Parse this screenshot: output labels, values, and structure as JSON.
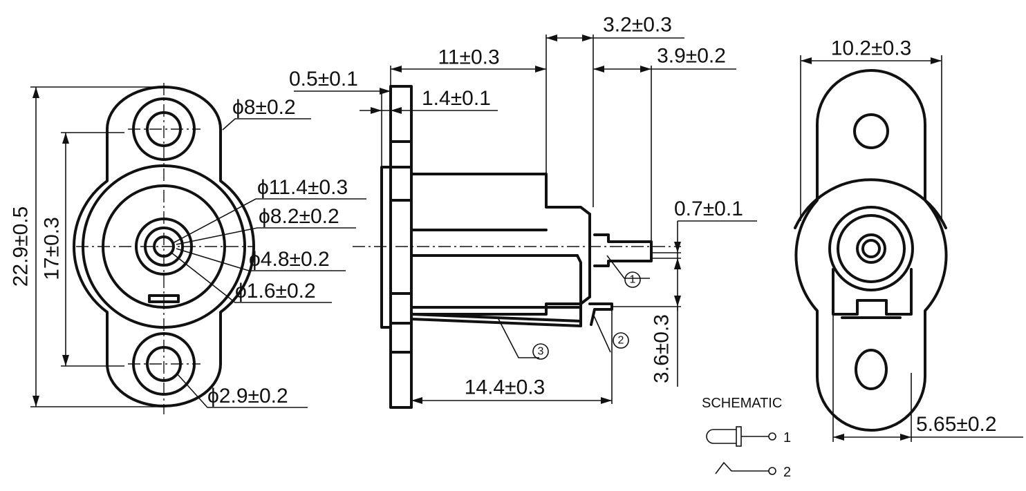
{
  "front_view": {
    "dims": {
      "hole_dia": "ϕ8±0.2",
      "outer_dia": "ϕ11.4±0.3",
      "bore_dia": "ϕ8.2±0.2",
      "inner_dia": "ϕ4.8±0.2",
      "pin_dia": "ϕ1.6±0.2",
      "mount_hole_dia": "ϕ2.9±0.2",
      "total_height": "22.9±0.5",
      "hole_pitch": "17±0.3"
    }
  },
  "side_view": {
    "dims": {
      "flange_thickness": "0.5±0.1",
      "flange_offset": "1.4±0.1",
      "body_length": "11±0.3",
      "step_length": "3.2±0.3",
      "pin_length": "3.9±0.2",
      "pin_thickness": "0.7±0.1",
      "overall_length": "14.4±0.3",
      "terminal_offset": "3.6±0.3"
    },
    "callouts": [
      "1",
      "2",
      "3"
    ]
  },
  "rear_view": {
    "dims": {
      "width": "10.2±0.3",
      "offset": "5.65±0.2"
    }
  },
  "schematic": {
    "title": "SCHEMATIC",
    "terminals": [
      "1",
      "2"
    ]
  }
}
